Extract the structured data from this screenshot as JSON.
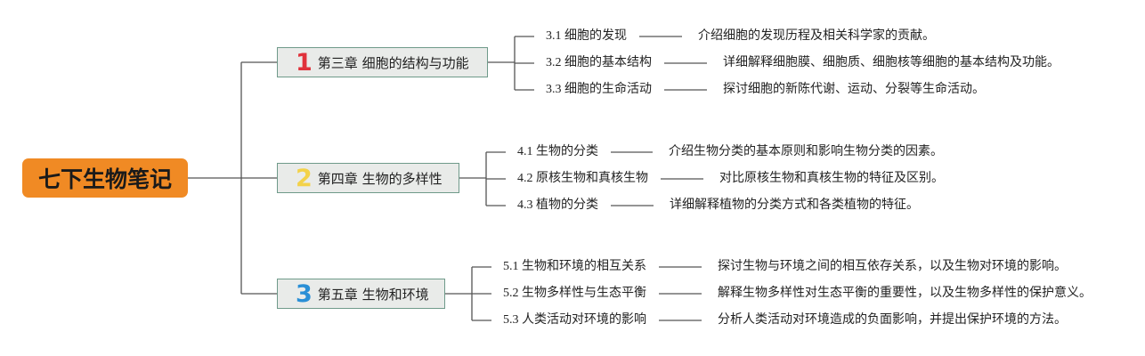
{
  "root": {
    "title": "七下生物笔记"
  },
  "chapters": [
    {
      "number": "1",
      "number_color": "#e0323b",
      "title": "第三章 细胞的结构与功能",
      "sections": [
        {
          "title": "3.1 细胞的发现",
          "description": "介绍细胞的发现历程及相关科学家的贡献。"
        },
        {
          "title": "3.2 细胞的基本结构",
          "description": "详细解释细胞膜、细胞质、细胞核等细胞的基本结构及功能。"
        },
        {
          "title": "3.3 细胞的生命活动",
          "description": "探讨细胞的新陈代谢、运动、分裂等生命活动。"
        }
      ]
    },
    {
      "number": "2",
      "number_color": "#f3d24a",
      "title": "第四章 生物的多样性",
      "sections": [
        {
          "title": "4.1 生物的分类",
          "description": "介绍生物分类的基本原则和影响生物分类的因素。"
        },
        {
          "title": "4.2 原核生物和真核生物",
          "description": "对比原核生物和真核生物的特征及区别。"
        },
        {
          "title": "4.3 植物的分类",
          "description": "详细解释植物的分类方式和各类植物的特征。"
        }
      ]
    },
    {
      "number": "3",
      "number_color": "#2a8fd6",
      "title": "第五章 生物和环境",
      "sections": [
        {
          "title": "5.1 生物和环境的相互关系",
          "description": "探讨生物与环境之间的相互依存关系，以及生物对环境的影响。"
        },
        {
          "title": "5.2 生物多样性与生态平衡",
          "description": "解释生物多样性对生态平衡的重要性，以及生物多样性的保护意义。"
        },
        {
          "title": "5.3 人类活动对环境的影响",
          "description": "分析人类活动对环境造成的负面影响，并提出保护环境的方法。"
        }
      ]
    }
  ],
  "colors": {
    "root_fill": "#f08a24",
    "chapter_fill": "#e9ebe9",
    "chapter_border": "#6f9a8a",
    "connector": "#555555"
  }
}
